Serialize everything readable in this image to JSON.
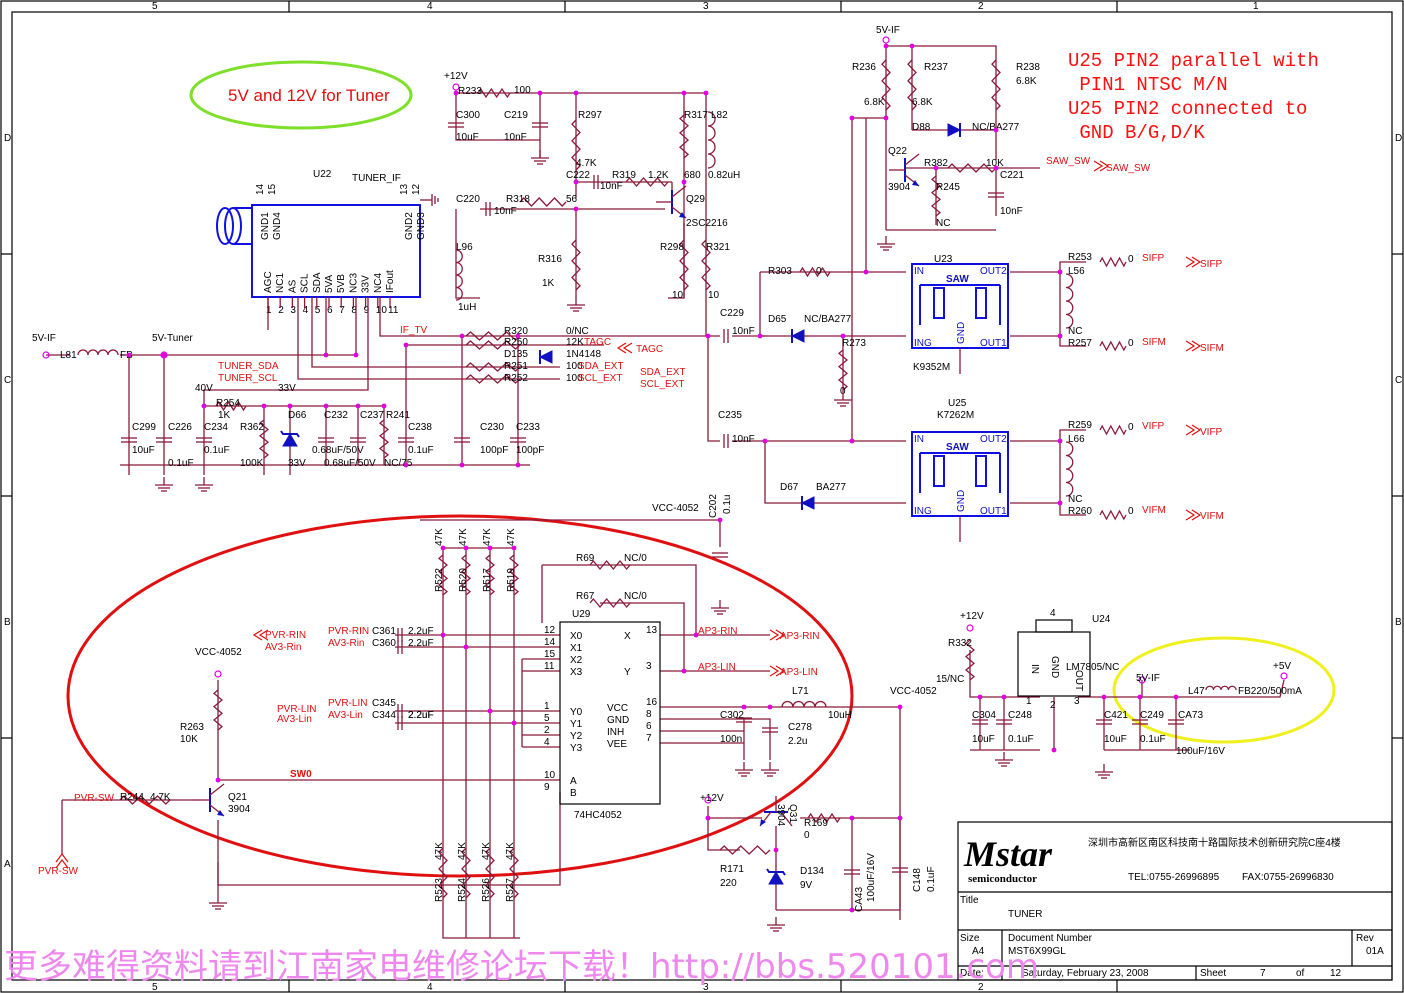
{
  "border": {
    "cols": [
      "5",
      "4",
      "3",
      "2",
      "1"
    ],
    "rows": [
      "D",
      "C",
      "B",
      "A"
    ]
  },
  "notes": {
    "tuner_note": "5V and 12V for Tuner",
    "u25_note": [
      "U25 PIN2 parallel with",
      " PIN1 NTSC M/N",
      "U25 PIN2 connected to",
      " GND B/G,D/K"
    ]
  },
  "tuner": {
    "ref": "U22",
    "name": "TUNER_IF",
    "top_pins": [
      "GND1",
      "GND4",
      "GND2",
      "GND3"
    ],
    "top_nums": [
      "14",
      "15",
      "13",
      "12"
    ],
    "bottom_pins": [
      "AGC",
      "NC1",
      "AS",
      "SCL",
      "SDA",
      "5VA",
      "5VB",
      "NC3",
      "33V",
      "NC4",
      "IFout"
    ],
    "bottom_nums": [
      "1",
      "2",
      "3",
      "4",
      "5",
      "6",
      "7",
      "8",
      "9",
      "10",
      "11"
    ]
  },
  "nets": {
    "v12": "+12V",
    "v5if": "5V-IF",
    "v5tuner": "5V-Tuner",
    "v40": "40V",
    "v33": "33V",
    "if_tv": "IF_TV",
    "tuner_sda": "TUNER_SDA",
    "tuner_scl": "TUNER_SCL",
    "tagc": "TAGC",
    "sda_ext": "SDA_EXT",
    "scl_ext": "SCL_EXT",
    "saw_sw": "SAW_SW",
    "sifp": "SIFP",
    "sifm": "SIFM",
    "vifp": "VIFP",
    "vifm": "VIFM",
    "vcc4052": "VCC-4052",
    "pvr_rin": "PVR-RIN",
    "av3_rin": "AV3-Rin",
    "pvr_lin": "PVR-LIN",
    "av3_lin": "AV3-Lin",
    "ap3_rin": "AP3-RIN",
    "ap3_lin": "AP3-LIN",
    "sw0": "SW0",
    "pvr_sw": "PVR-SW",
    "plus5v": "+5V"
  },
  "components": {
    "R233": {
      "ref": "R233",
      "val": "100"
    },
    "C300": {
      "ref": "C300",
      "val": "10uF"
    },
    "C219": {
      "ref": "C219",
      "val": "10nF"
    },
    "R297": {
      "ref": "R297",
      "val": "4.7K"
    },
    "R317": {
      "ref": "R317",
      "val": "680"
    },
    "L82": {
      "ref": "L82",
      "val": "0.82uH"
    },
    "C222": {
      "ref": "C222",
      "val": "10nF"
    },
    "R319": {
      "ref": "R319",
      "val": "1.2K"
    },
    "Q29": {
      "ref": "Q29",
      "val": "2SC2216"
    },
    "C220": {
      "ref": "C220",
      "val": "10nF"
    },
    "R318": {
      "ref": "R318",
      "val": "56"
    },
    "L96": {
      "ref": "L96",
      "val": "1uH"
    },
    "R316": {
      "ref": "R316",
      "val": "1K"
    },
    "R298": {
      "ref": "R298",
      "val": "10"
    },
    "R321": {
      "ref": "R321",
      "val": "10"
    },
    "R236": {
      "ref": "R236",
      "val": "6.8K"
    },
    "R237": {
      "ref": "R237",
      "val": "6.8K"
    },
    "R238": {
      "ref": "R238",
      "val": "6.8K"
    },
    "D88": {
      "ref": "D88",
      "val": "NC/BA277"
    },
    "Q22": {
      "ref": "Q22",
      "val": "3904"
    },
    "R382": {
      "ref": "R382",
      "val": "10K"
    },
    "R245": {
      "ref": "R245",
      "val": "NC"
    },
    "C221": {
      "ref": "C221",
      "val": "10nF"
    },
    "R303": {
      "ref": "R303",
      "val": "0"
    },
    "C229": {
      "ref": "C229",
      "val": "10nF"
    },
    "D65": {
      "ref": "D65",
      "val": "NC/BA277"
    },
    "R273": {
      "ref": "R273",
      "val": "0"
    },
    "C235": {
      "ref": "C235",
      "val": "10nF"
    },
    "D67": {
      "ref": "D67",
      "val": "BA277"
    },
    "U23": {
      "ref": "U23",
      "val": "K9352M"
    },
    "U25": {
      "ref": "U25",
      "val": "K7262M"
    },
    "R253": {
      "ref": "R253",
      "val": "0"
    },
    "L56": {
      "ref": "L56",
      "val": "NC"
    },
    "R257": {
      "ref": "R257",
      "val": "0"
    },
    "R259": {
      "ref": "R259",
      "val": "0"
    },
    "L66": {
      "ref": "L66",
      "val": "NC"
    },
    "R260": {
      "ref": "R260",
      "val": "0"
    },
    "L81": {
      "ref": "L81",
      "val": "FB"
    },
    "R320": {
      "ref": "R320",
      "val": "0/NC"
    },
    "R250": {
      "ref": "R250",
      "val": "12K"
    },
    "D135": {
      "ref": "D135",
      "val": "1N4148"
    },
    "R251": {
      "ref": "R251",
      "val": "100"
    },
    "R252": {
      "ref": "R252",
      "val": "100"
    },
    "R254": {
      "ref": "R254",
      "val": "1K"
    },
    "C299": {
      "ref": "C299",
      "val": "10uF"
    },
    "C226": {
      "ref": "C226",
      "val": "0.1uF"
    },
    "C234": {
      "ref": "C234",
      "val": "0.1uF"
    },
    "R362": {
      "ref": "R362",
      "val": "100K"
    },
    "D66": {
      "ref": "D66",
      "val": "33V"
    },
    "C232": {
      "ref": "C232",
      "val": "0.68uF/50V"
    },
    "C237": {
      "ref": "C237",
      "val": "0.68uF/50V"
    },
    "R241": {
      "ref": "R241",
      "val": "NC/75"
    },
    "C238": {
      "ref": "C238",
      "val": "0.1uF"
    },
    "C230": {
      "ref": "C230",
      "val": "100pF"
    },
    "C233": {
      "ref": "C233",
      "val": "100pF"
    },
    "C202": {
      "ref": "C202",
      "val": "0.1u"
    },
    "R69": {
      "ref": "R69",
      "val": "NC/0"
    },
    "R67": {
      "ref": "R67",
      "val": "NC/0"
    },
    "U29": {
      "ref": "U29",
      "val": "74HC4052"
    },
    "R522": {
      "ref": "R522",
      "val": "47K"
    },
    "R520": {
      "ref": "R520",
      "val": "47K"
    },
    "R517": {
      "ref": "R517",
      "val": "47K"
    },
    "R519": {
      "ref": "R519",
      "val": "47K"
    },
    "R523": {
      "ref": "R523",
      "val": "47K"
    },
    "R524": {
      "ref": "R524",
      "val": "47K"
    },
    "R526": {
      "ref": "R526",
      "val": "47K"
    },
    "R527": {
      "ref": "R527",
      "val": "47K"
    },
    "C361": {
      "ref": "C361",
      "val": "2.2uF"
    },
    "C360": {
      "ref": "C360",
      "val": "2.2uF"
    },
    "C345": {
      "ref": "C345",
      "val": "2.2uF"
    },
    "C344": {
      "ref": "C344",
      "val": "2.2uF"
    },
    "C302": {
      "ref": "C302",
      "val": "100n"
    },
    "C278": {
      "ref": "C278",
      "val": "2.2u"
    },
    "L71": {
      "ref": "L71",
      "val": "10uH"
    },
    "R263": {
      "ref": "R263",
      "val": "10K"
    },
    "Q21": {
      "ref": "Q21",
      "val": "3904"
    },
    "R244": {
      "ref": "R244",
      "val": "4.7K"
    },
    "Q31": {
      "ref": "Q31",
      "val": "3904"
    },
    "R169": {
      "ref": "R169",
      "val": "0"
    },
    "R171": {
      "ref": "R171",
      "val": "220"
    },
    "D134": {
      "ref": "D134",
      "val": "9V"
    },
    "CA43": {
      "ref": "CA43",
      "val": "100uF/16V"
    },
    "C148": {
      "ref": "C148",
      "val": "0.1uF"
    },
    "R332": {
      "ref": "R332",
      "val": "15/NC"
    },
    "U24": {
      "ref": "U24",
      "val": "LM7805/NC"
    },
    "C304": {
      "ref": "C304",
      "val": "10uF"
    },
    "C248": {
      "ref": "C248",
      "val": "0.1uF"
    },
    "C421": {
      "ref": "C421",
      "val": "10uF"
    },
    "C249": {
      "ref": "C249",
      "val": "0.1uF"
    },
    "CA73": {
      "ref": "CA73",
      "val": "100uF/16V"
    },
    "L47": {
      "ref": "L47",
      "val": "FB220/500mA"
    }
  },
  "u29_pins": {
    "left": [
      [
        "12",
        "X0"
      ],
      [
        "14",
        "X1"
      ],
      [
        "15",
        "X2"
      ],
      [
        "11",
        "X3"
      ],
      [
        "1",
        "Y0"
      ],
      [
        "5",
        "Y1"
      ],
      [
        "2",
        "Y2"
      ],
      [
        "4",
        "Y3"
      ],
      [
        "10",
        "A"
      ],
      [
        "9",
        "B"
      ]
    ],
    "right": [
      [
        "13",
        "X"
      ],
      [
        "3",
        "Y"
      ],
      [
        "16",
        "VCC"
      ],
      [
        "8",
        "GND"
      ],
      [
        "6",
        "INH"
      ],
      [
        "7",
        "VEE"
      ]
    ]
  },
  "u24_pins": [
    "IN",
    "GND",
    "OUT"
  ],
  "u24_nums": [
    "1",
    "2",
    "3",
    "4"
  ],
  "saw_pins": {
    "in": "IN",
    "ing": "ING",
    "gnd": "GND",
    "out1": "OUT1",
    "out2": "OUT2",
    "label": "SAW"
  },
  "title_block": {
    "logo": "Mstar",
    "logo_sub": "semiconductor",
    "address": "深圳市高新区南区科技南十路国际技术创新研究院C座4楼",
    "tel": "TEL:0755-26996895",
    "fax": "FAX:0755-26996830",
    "title_label": "Title",
    "title": "TUNER",
    "size_label": "Size",
    "size": "A4",
    "docnum_label": "Document Number",
    "docnum": "MST6X99GL",
    "rev_label": "Rev",
    "rev": "01A",
    "date_label": "Date:",
    "date": "Saturday, February 23, 2008",
    "sheet_label": "Sheet",
    "sheet": "7",
    "of_label": "of",
    "total": "12"
  },
  "watermark": "更多难得资料请到江南家电维修论坛下载！http://bbs.520101.com"
}
